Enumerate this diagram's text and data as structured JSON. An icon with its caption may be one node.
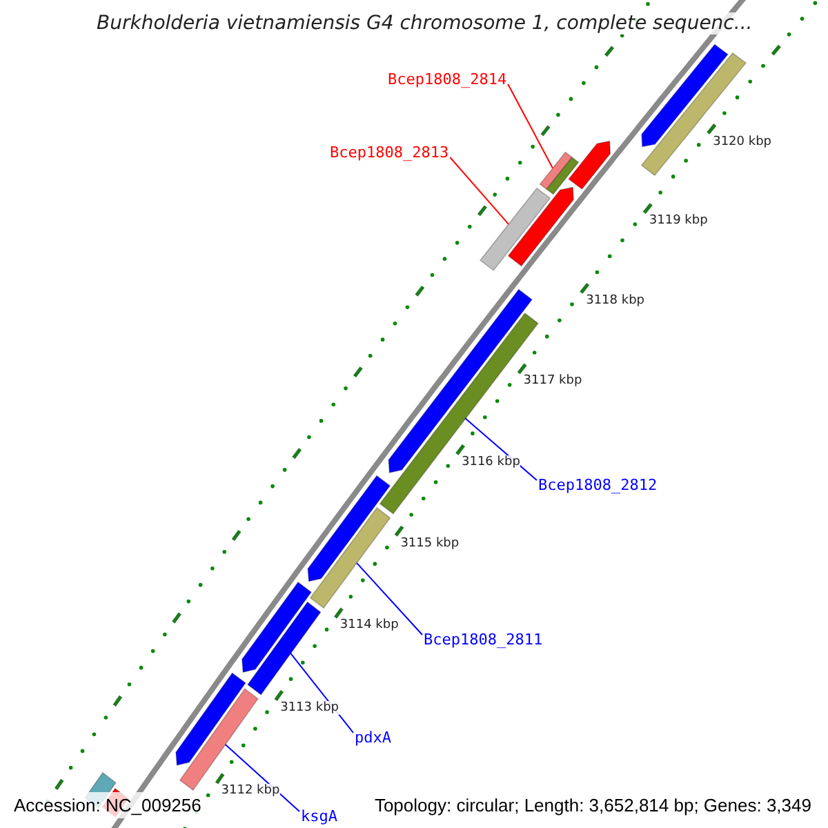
{
  "diagram": {
    "title": "Burkholderia vietnamiensis G4 chromosome 1, complete sequenc...",
    "nodes": [
      {
        "text": [],
        "shape": "arrow"
      },
      {
        "text": [],
        "shape": "bar"
      },
      {
        "text": [
          "Bcep1808_2814"
        ]
      },
      {
        "text": [],
        "shape": "arrow"
      },
      {
        "text": [],
        "shape": "bar"
      },
      {
        "text": [],
        "shape": "bar"
      },
      {
        "text": [
          "Bcep1808_2813"
        ]
      },
      {
        "text": [],
        "shape": "arrow"
      },
      {
        "text": [],
        "shape": "bar"
      },
      {
        "text": [],
        "shape": "arrow"
      },
      {
        "text": [],
        "shape": "bar"
      },
      {
        "text": [
          "Bcep1808_2812"
        ]
      },
      {
        "text": [],
        "shape": "arrow"
      },
      {
        "text": [],
        "shape": "bar"
      },
      {
        "text": [
          "Bcep1808_2811"
        ]
      },
      {
        "text": [],
        "shape": "arrow"
      },
      {
        "text": [],
        "shape": "bar"
      },
      {
        "text": [
          "pdxA"
        ]
      },
      {
        "text": [],
        "shape": "arrow"
      },
      {
        "text": [],
        "shape": "bar"
      },
      {
        "text": [
          "ksgA"
        ]
      },
      {
        "text": [],
        "shape": "bar"
      },
      {
        "text": [],
        "shape": "bar"
      }
    ],
    "edges": [
      {
        "from": 2,
        "to": 4,
        "arrow": "none",
        "color": "#ff0000"
      },
      {
        "from": 6,
        "to": 8,
        "arrow": "none",
        "color": "#ff0000"
      },
      {
        "from": 11,
        "to": 10,
        "arrow": "none"
      },
      {
        "from": 14,
        "to": 13,
        "arrow": "none"
      },
      {
        "from": 17,
        "to": 16,
        "arrow": "none"
      },
      {
        "from": 20,
        "to": 19,
        "arrow": "none"
      }
    ],
    "labels": [
      "3120 kbp",
      "3119 kbp",
      "3118 kbp",
      "3117 kbp",
      "3116 kbp",
      "3115 kbp",
      "3114 kbp",
      "3113 kbp",
      "3112 kbp",
      "Accession: NC_009256",
      "Topology: circular; Length: 3,652,814 bp; Genes: 3,349"
    ]
  }
}
